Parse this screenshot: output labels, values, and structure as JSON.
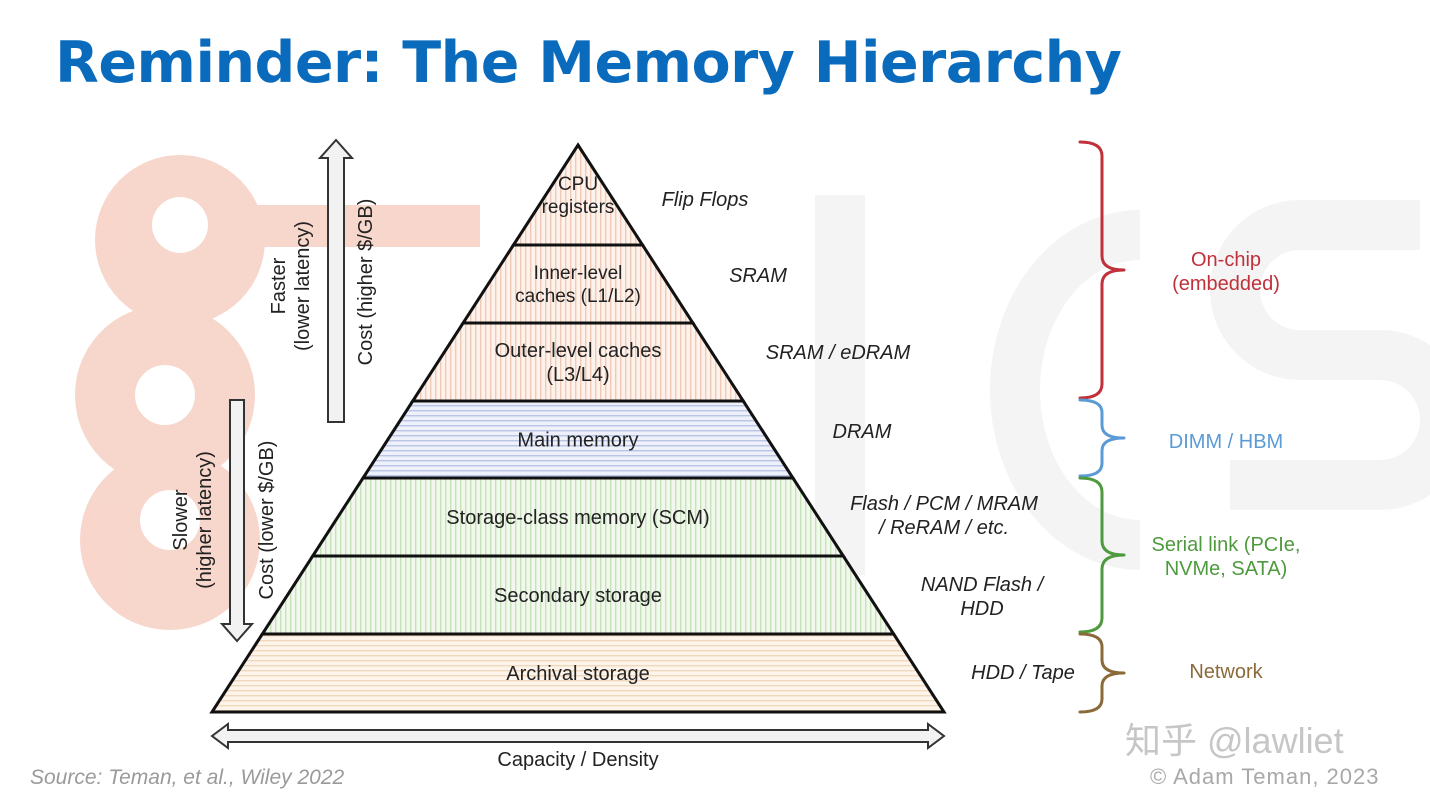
{
  "title": "Reminder: The Memory Hierarchy",
  "source": "Source: Teman, et al., Wiley 2022",
  "copyright": "© Adam Teman, 2023",
  "watermark": "知乎 @lawliet",
  "axes": {
    "up_label": [
      "Faster",
      "(lower latency)"
    ],
    "up_cost": "Cost (higher $/GB)",
    "down_label": [
      "Slower",
      "(higher latency)"
    ],
    "down_cost": "Cost (lower $/GB)",
    "capacity": "Capacity / Density"
  },
  "levels": [
    {
      "label": [
        "CPU",
        "registers"
      ],
      "tech": [
        "Flip Flops"
      ]
    },
    {
      "label": [
        "Inner-level",
        "caches (L1/L2)"
      ],
      "tech": [
        "SRAM"
      ]
    },
    {
      "label": [
        "Outer-level caches",
        "(L3/L4)"
      ],
      "tech": [
        "SRAM / eDRAM"
      ]
    },
    {
      "label": [
        "Main memory"
      ],
      "tech": [
        "DRAM"
      ]
    },
    {
      "label": [
        "Storage-class memory (SCM)"
      ],
      "tech": [
        "Flash / PCM / MRAM",
        "/ ReRAM / etc."
      ]
    },
    {
      "label": [
        "Secondary storage"
      ],
      "tech": [
        "NAND Flash /",
        "HDD"
      ]
    },
    {
      "label": [
        "Archival storage"
      ],
      "tech": [
        "HDD / Tape"
      ]
    }
  ],
  "groups": [
    {
      "label": [
        "On-chip",
        "(embedded)"
      ],
      "color": "#c0313b"
    },
    {
      "label": [
        "DIMM / HBM"
      ],
      "color": "#5b9bd5"
    },
    {
      "label": [
        "Serial link (PCIe,",
        "NVMe, SATA)"
      ],
      "color": "#4e9a3e"
    },
    {
      "label": [
        "Network"
      ],
      "color": "#8b6a3a"
    }
  ],
  "colors": {
    "title": "#0a6bbd",
    "logo": "#f7d2c6"
  }
}
